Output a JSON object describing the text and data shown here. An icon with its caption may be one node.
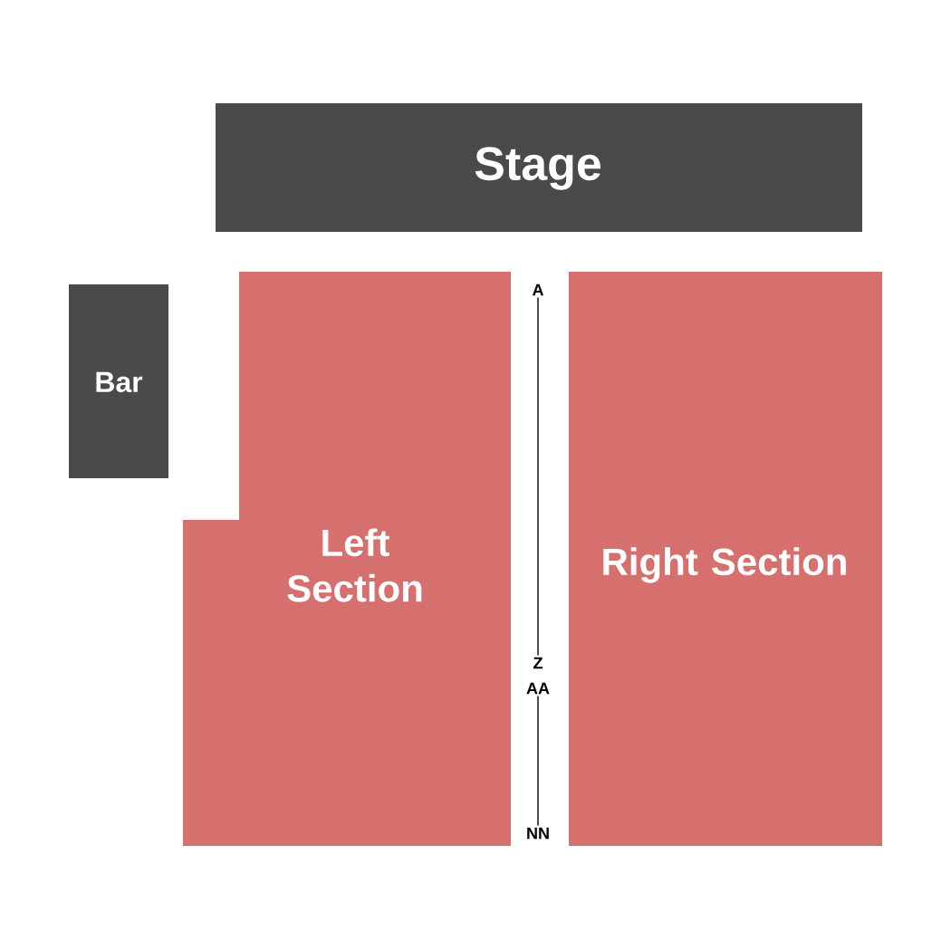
{
  "diagram": {
    "nodes": [
      {
        "text": [
          "Stage"
        ]
      },
      {
        "text": [
          "Bar"
        ]
      },
      {
        "text": [
          "Left Section"
        ]
      },
      {
        "text": [
          "Right Section"
        ]
      },
      {
        "text": [
          "A"
        ]
      },
      {
        "text": [
          "Z"
        ]
      },
      {
        "text": [
          "AA"
        ]
      },
      {
        "text": [
          "NN"
        ]
      }
    ],
    "edges": [
      {
        "from": 4,
        "to": 5,
        "arrow": "none"
      },
      {
        "from": 6,
        "to": 7,
        "arrow": "none"
      }
    ]
  }
}
